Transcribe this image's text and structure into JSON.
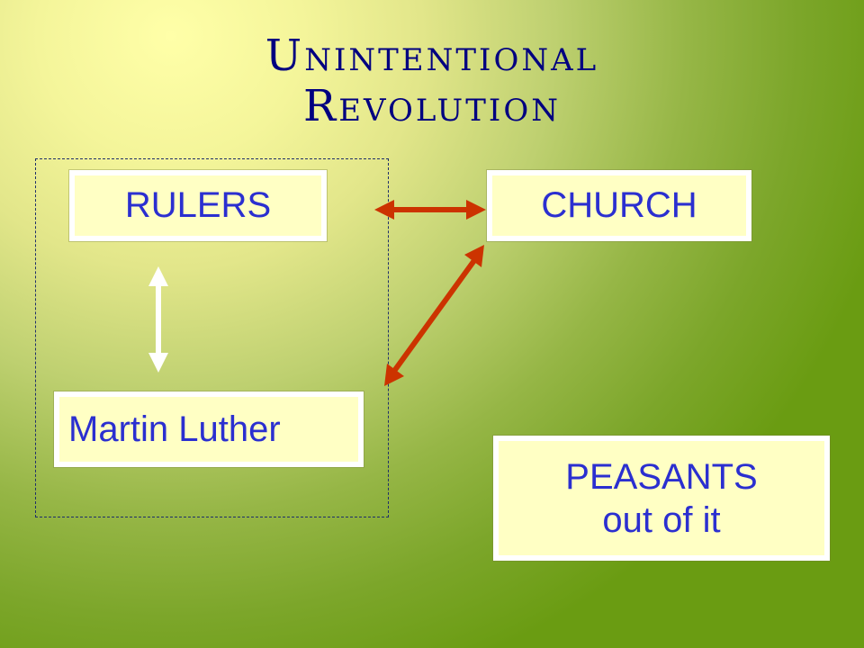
{
  "slide": {
    "title_line1": "Unintentional",
    "title_line2": "Revolution"
  },
  "nodes": {
    "rulers": "RULERS",
    "church": "CHURCH",
    "luther": "Martin Luther",
    "peasants_line1": "PEASANTS",
    "peasants_line2": "out of it"
  },
  "colors": {
    "title": "#000080",
    "box_text": "#2b2fd0",
    "box_fill": "#ffffc4",
    "box_border": "#ffffff",
    "arrow_red": "#cc3300",
    "arrow_white": "#ffffff"
  }
}
